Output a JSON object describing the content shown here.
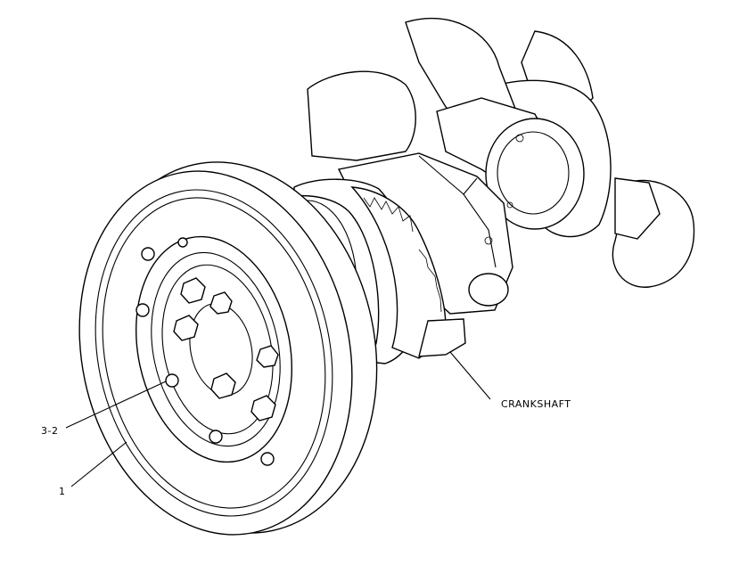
{
  "callouts": {
    "crankshaft": "CRANKSHAFT",
    "item_3_2": "3-2",
    "item_1": "1"
  }
}
